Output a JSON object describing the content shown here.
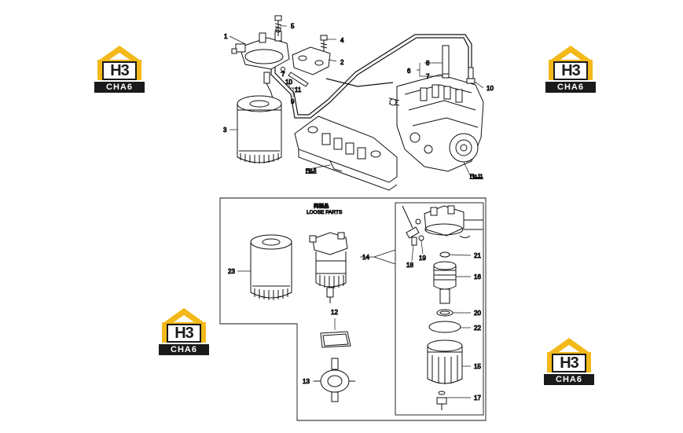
{
  "diagram": {
    "callouts": {
      "c1": "1",
      "c2": "2",
      "c3": "3",
      "c4": "4",
      "c5": "5",
      "c6": "6",
      "c7a": "7",
      "c7b": "7",
      "c8": "8",
      "c9": "9",
      "c10a": "10",
      "c10b": "10",
      "c11": "11",
      "c12": "12",
      "c13": "13",
      "c14": "14",
      "c15": "15",
      "c16": "16",
      "c17": "17",
      "c18": "18",
      "c19": "19",
      "c20": "20",
      "c21": "21",
      "c22": "22",
      "c23": "23"
    },
    "fig_refs": {
      "fig5": "Fig.5",
      "fig11": "Fig.11"
    },
    "loose_parts": {
      "label_jp": "同梱品",
      "label_en": "LOOSE PARTS"
    }
  },
  "logos": [
    {
      "mark": "H3",
      "text": "CHA6",
      "color": "#f3b91a"
    },
    {
      "mark": "H3",
      "text": "CHA6",
      "color": "#f3b91a"
    },
    {
      "mark": "H3",
      "text": "CHA6",
      "color": "#f3b91a"
    },
    {
      "mark": "H3",
      "text": "CHA6",
      "color": "#f3b91a"
    }
  ]
}
